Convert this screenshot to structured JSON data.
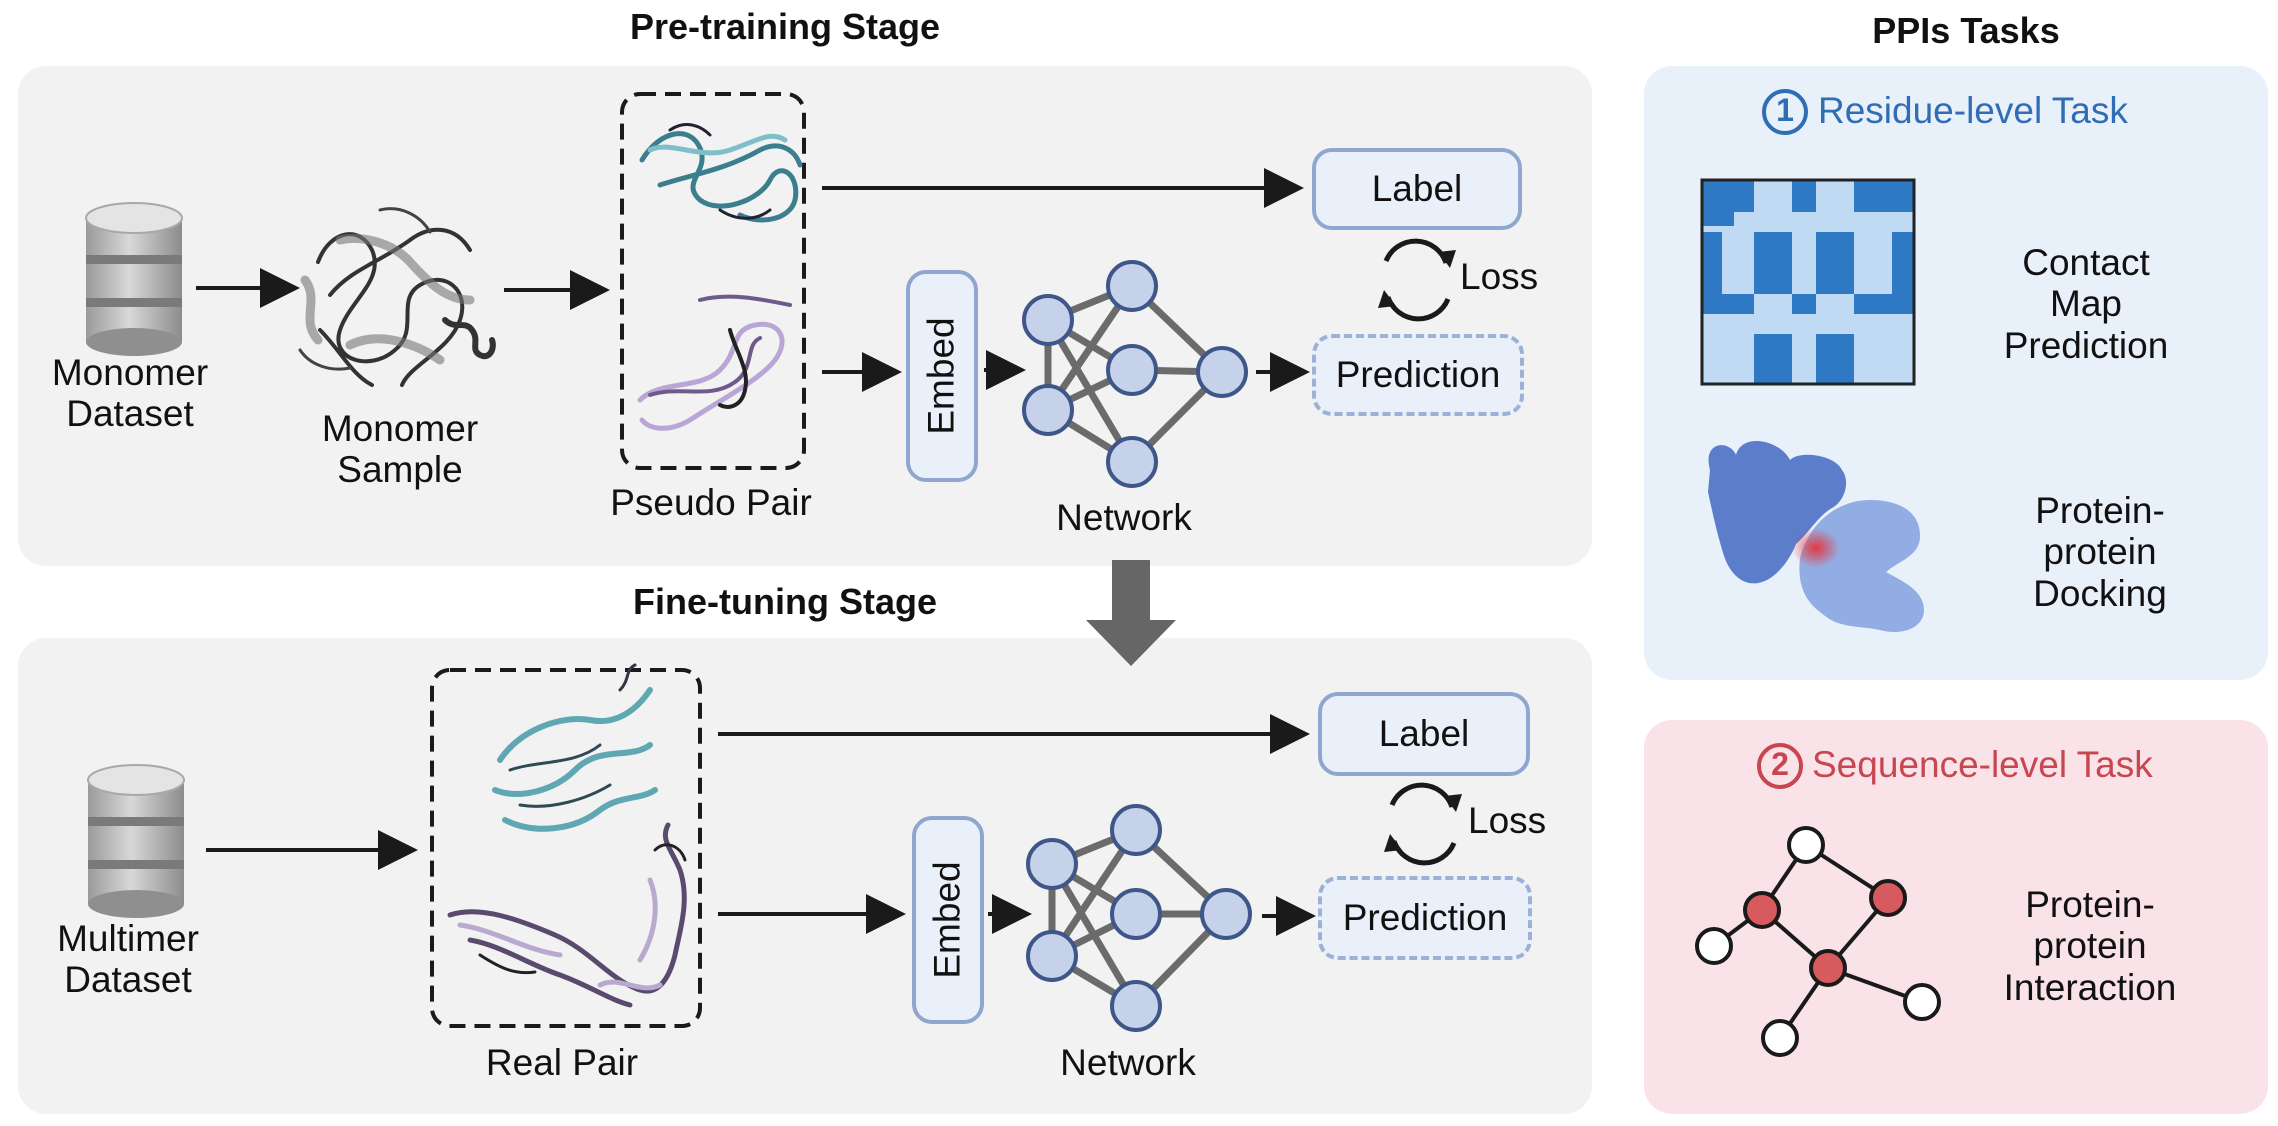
{
  "pretrain": {
    "title": "Pre-training Stage",
    "dataset_label": "Monomer\nDataset",
    "sample_label": "Monomer\nSample",
    "pair_label": "Pseudo Pair",
    "embed_label": "Embed",
    "network_label": "Network",
    "label_box": "Label",
    "prediction_box": "Prediction",
    "loss_label": "Loss"
  },
  "finetune": {
    "title": "Fine-tuning Stage",
    "dataset_label": "Multimer\nDataset",
    "pair_label": "Real Pair",
    "embed_label": "Embed",
    "network_label": "Network",
    "label_box": "Label",
    "prediction_box": "Prediction",
    "loss_label": "Loss"
  },
  "tasks": {
    "title": "PPIs Tasks",
    "residue": {
      "number": "1",
      "title": "Residue-level Task",
      "items": [
        "Contact Map\nPrediction",
        "Protein-protein\nDocking"
      ]
    },
    "sequence": {
      "number": "2",
      "title": "Sequence-level Task",
      "items": [
        "Protein-protein\nInteraction"
      ]
    }
  },
  "colors": {
    "panel_gray": "#f2f2f2",
    "panel_blue": "#e8f0fa",
    "panel_pink": "#fae3e8",
    "residue_accent": "#2f6db5",
    "sequence_accent": "#c8464f",
    "node_fill": "#c5d2ea",
    "node_stroke": "#3e5788"
  }
}
